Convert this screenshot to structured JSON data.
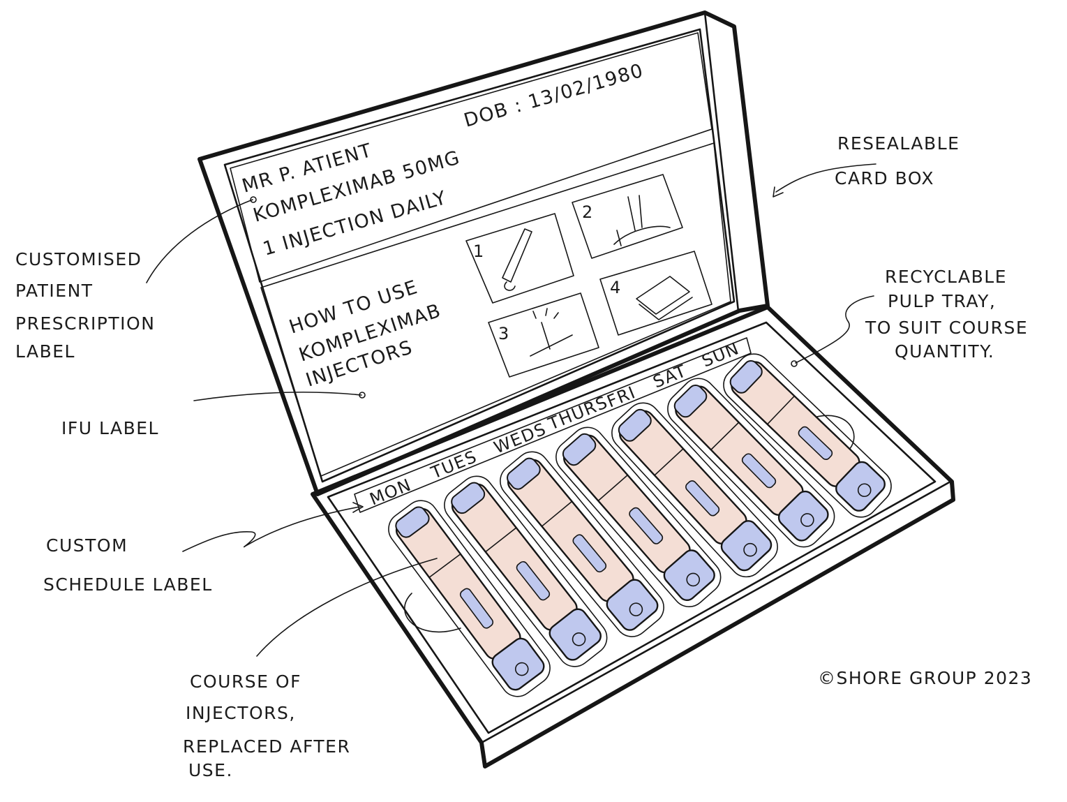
{
  "prescription_label": {
    "dob": "DoB : 13/02/1980",
    "patient": "Mr P. Atient",
    "drug": "Kompleximab 50mg",
    "dose": "1 Injection Daily"
  },
  "ifu_label": {
    "title_lines": [
      "How To Use",
      "Kompleximab",
      "Injectors"
    ],
    "steps": [
      "1",
      "2",
      "3",
      "4"
    ]
  },
  "schedule_days": [
    "MON",
    "TUES",
    "WEDS",
    "THURS",
    "FRI",
    "SAT",
    "SUN"
  ],
  "annotations": {
    "resealable_box": [
      "Resealable",
      "Card Box"
    ],
    "patient_label": [
      "Customised",
      "Patient",
      "Prescription",
      "Label"
    ],
    "pulp_tray": [
      "Recyclable",
      "Pulp Tray,",
      "To Suit Course",
      "Quantity."
    ],
    "ifu_label": [
      "IFU Label"
    ],
    "schedule_label": [
      "Custom",
      "Schedule Label"
    ],
    "injectors": [
      "Course of",
      "Injectors,",
      "Replaced After",
      "Use."
    ]
  },
  "copyright": "©Shore Group 2023",
  "colors": {
    "ink": "#161616",
    "card": "#f6e5dd",
    "card_shade": "#efd6ca",
    "cap_blue": "#bfc8ee",
    "body_pink": "#f4ded5",
    "paper": "#ffffff"
  }
}
